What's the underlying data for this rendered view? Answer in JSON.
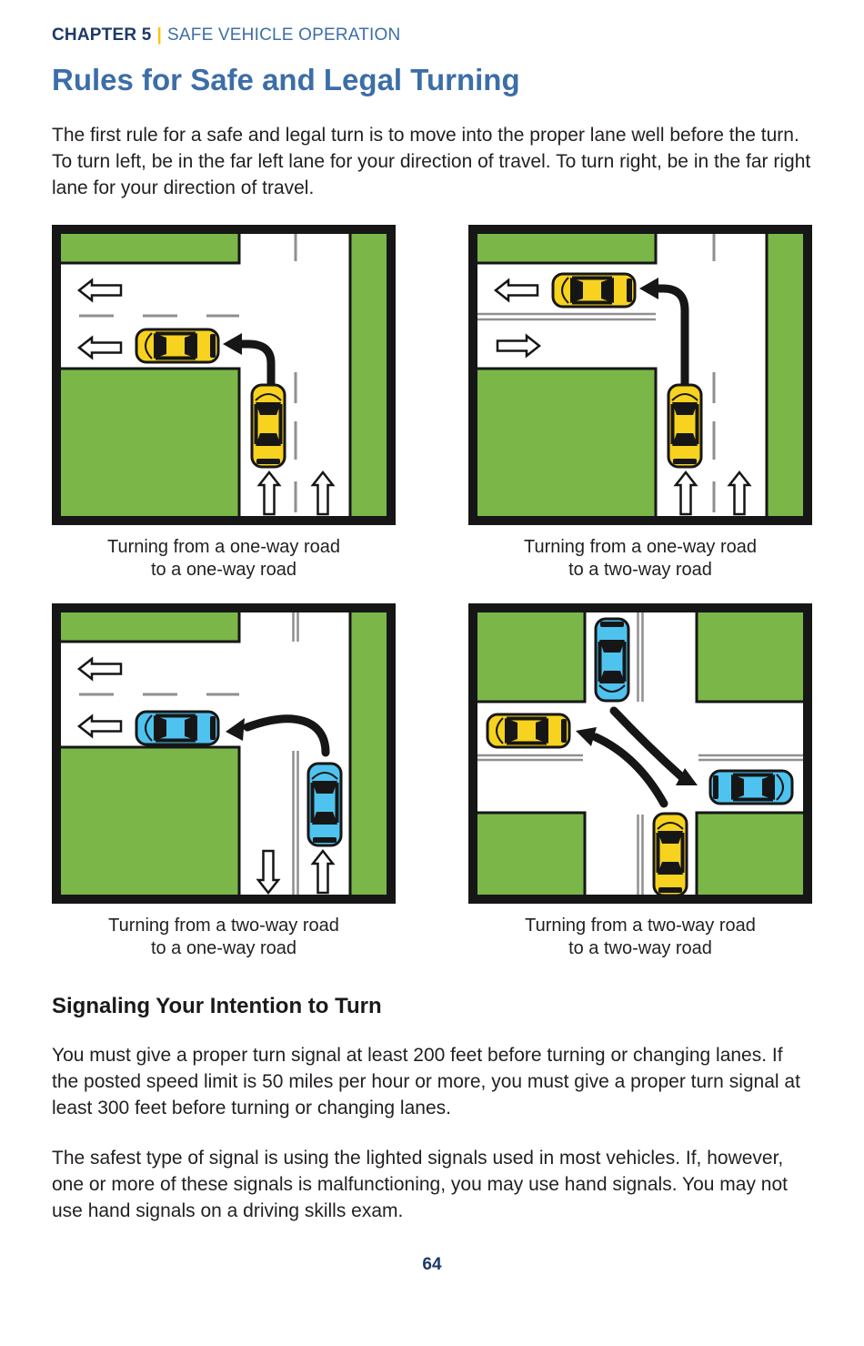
{
  "header": {
    "chapter_label": "CHAPTER 5",
    "divider": "|",
    "section_label": "SAFE VEHICLE OPERATION"
  },
  "title": "Rules for Safe and Legal Turning",
  "intro": "The first rule for a safe and legal turn is to move into the proper lane well before the turn. To turn left, be in the far left lane for your direction of travel. To turn right, be in the far right lane for your direction of travel.",
  "diagrams": [
    {
      "caption_line1": "Turning from a one-way road",
      "caption_line2": "to a one-way road"
    },
    {
      "caption_line1": "Turning from a one-way road",
      "caption_line2": "to a two-way road"
    },
    {
      "caption_line1": "Turning from a two-way road",
      "caption_line2": "to a one-way road"
    },
    {
      "caption_line1": "Turning from a two-way road",
      "caption_line2": "to a two-way road"
    }
  ],
  "signaling": {
    "heading": "Signaling Your Intention to Turn",
    "para1": "You must give a proper turn signal at least 200 feet before turning or changing lanes. If the posted speed limit is 50 miles per hour or more, you must give a proper turn signal at least 300 feet before turning or changing lanes.",
    "para2": "The safest type of signal is using the lighted signals used in most vehicles. If, however, one or more of these signals is malfunctioning, you may use hand signals. You may not use hand signals on a driving skills exam."
  },
  "page_number": "64",
  "colors": {
    "navy": "#1E3A66",
    "gold": "#FFC20E",
    "title-blue": "#3C6EA8",
    "ink": "#231F20",
    "grass-green": "#7AB648",
    "car-yellow": "#F7D21E",
    "car-blue": "#4EC3EF",
    "lane-gray": "#8F8F8F"
  }
}
